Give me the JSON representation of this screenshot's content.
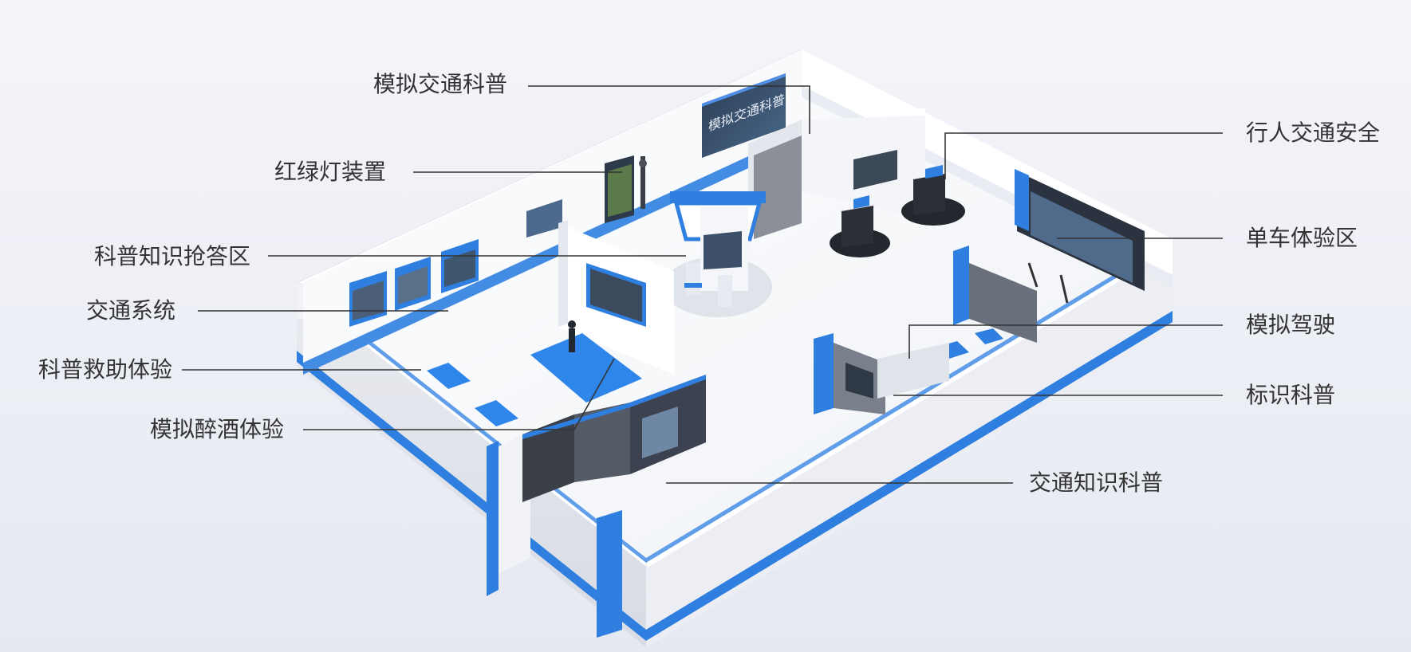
{
  "diagram": {
    "left_labels": [
      {
        "id": "sim-traffic",
        "text": "模拟交通科普"
      },
      {
        "id": "traffic-light",
        "text": "红绿灯装置"
      },
      {
        "id": "quiz-area",
        "text": "科普知识抢答区"
      },
      {
        "id": "traffic-system",
        "text": "交通系统"
      },
      {
        "id": "rescue",
        "text": "科普救助体验"
      },
      {
        "id": "drunk-sim",
        "text": "模拟醉酒体验"
      }
    ],
    "right_labels": [
      {
        "id": "pedestrian",
        "text": "行人交通安全"
      },
      {
        "id": "bike-zone",
        "text": "单车体验区"
      },
      {
        "id": "sim-driving",
        "text": "模拟驾驶"
      },
      {
        "id": "sign-science",
        "text": "标识科普"
      },
      {
        "id": "traffic-knowledge",
        "text": "交通知识科普"
      }
    ],
    "screen_text": "模拟交通科普",
    "colors": {
      "accent": "#2f7fe0",
      "accent_dark": "#1c5fb8",
      "floor": "#f6f8fc",
      "wall": "#ffffff",
      "wall_shade": "#dfe3ea",
      "leader_line": "#333333",
      "label_text": "#333333"
    }
  }
}
